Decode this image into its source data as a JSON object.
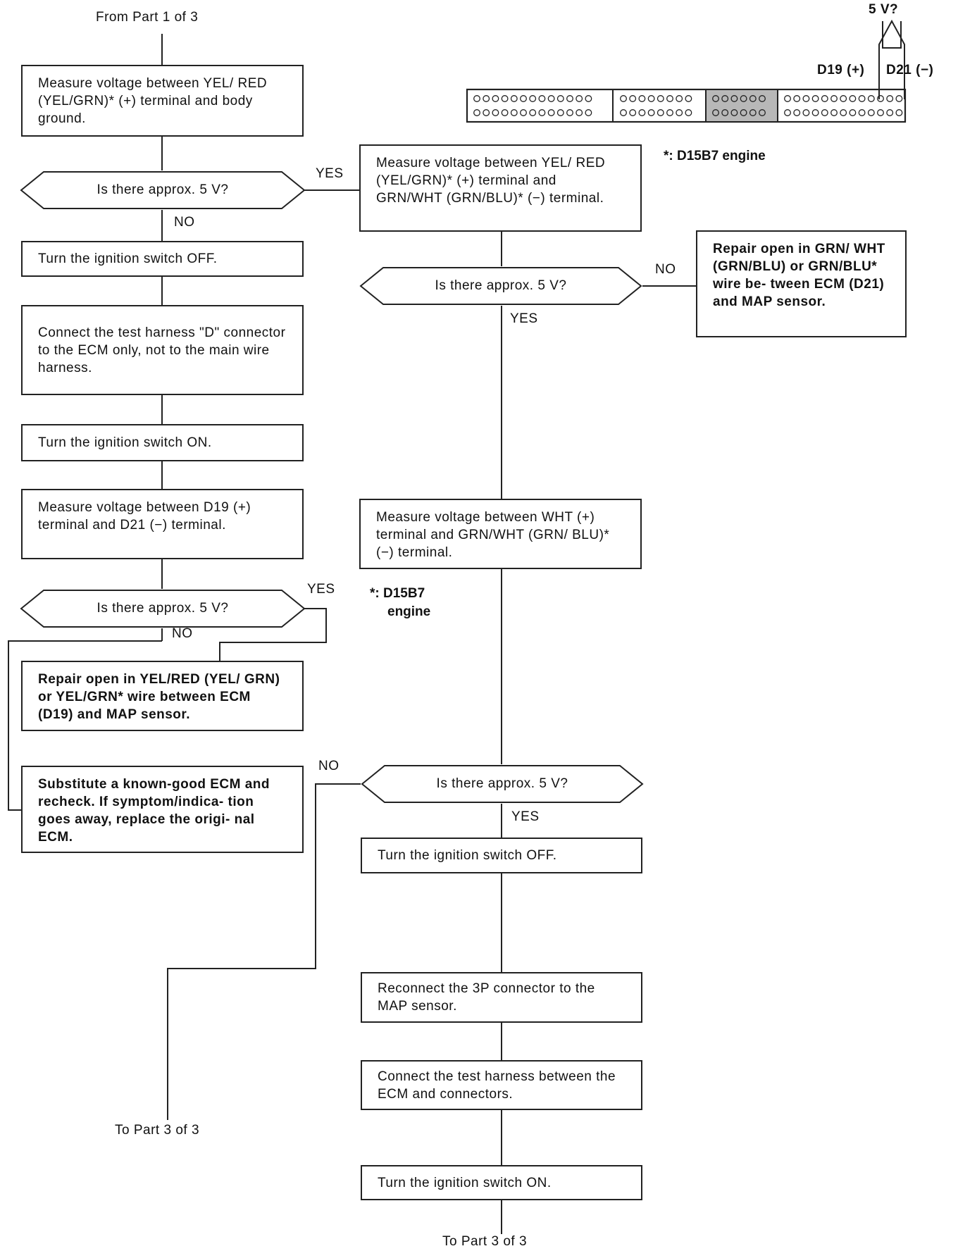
{
  "start": "From Part 1 of 3",
  "left": {
    "measure_ground": "Measure voltage between YEL/ RED (YEL/GRN)* (+) terminal and body ground.",
    "decision1": "Is there approx. 5 V?",
    "ign_off": "Turn the ignition switch OFF.",
    "connect_harness_d": "Connect the test harness \"D\" connector to the ECM only, not to the main wire harness.",
    "ign_on": "Turn the ignition switch ON.",
    "measure_d19_d21": "Measure voltage between D19 (+) terminal and D21 (−) terminal.",
    "decision2": "Is there approx. 5 V?",
    "repair_yel": "Repair open in YEL/RED (YEL/ GRN) or YEL/GRN* wire between ECM (D19) and MAP sensor.",
    "substitute_ecm": "Substitute a known-good ECM and recheck. If symptom/indica- tion goes away, replace the origi- nal ECM.",
    "end": "To Part 3 of 3"
  },
  "right": {
    "measure_grn_wht": "Measure voltage between YEL/ RED (YEL/GRN)* (+) terminal and GRN/WHT (GRN/BLU)* (−) terminal.",
    "decision3": "Is there approx. 5 V?",
    "repair_grn": "Repair open in GRN/ WHT (GRN/BLU) or GRN/BLU* wire be- tween ECM (D21) and MAP sensor.",
    "measure_wht": "Measure voltage between WHT (+) terminal and GRN/WHT (GRN/ BLU)* (−) terminal.",
    "decision4": "Is there approx. 5 V?",
    "ign_off": "Turn the ignition switch OFF.",
    "reconnect_3p": "Reconnect the 3P connector to the MAP sensor.",
    "connect_harness": "Connect the test harness between the ECM and connectors.",
    "ign_on": "Turn the ignition switch ON.",
    "end": "To Part 3 of 3"
  },
  "labels": {
    "yes": "YES",
    "no": "NO"
  },
  "notes": {
    "footnote_top": "*: D15B7 engine",
    "footnote_mid_1": "*: D15B7",
    "footnote_mid_2": "engine"
  },
  "connector": {
    "meter_label": "5 V?",
    "d19_label": "D19 (+)",
    "d21_label": "D21 (−)"
  }
}
